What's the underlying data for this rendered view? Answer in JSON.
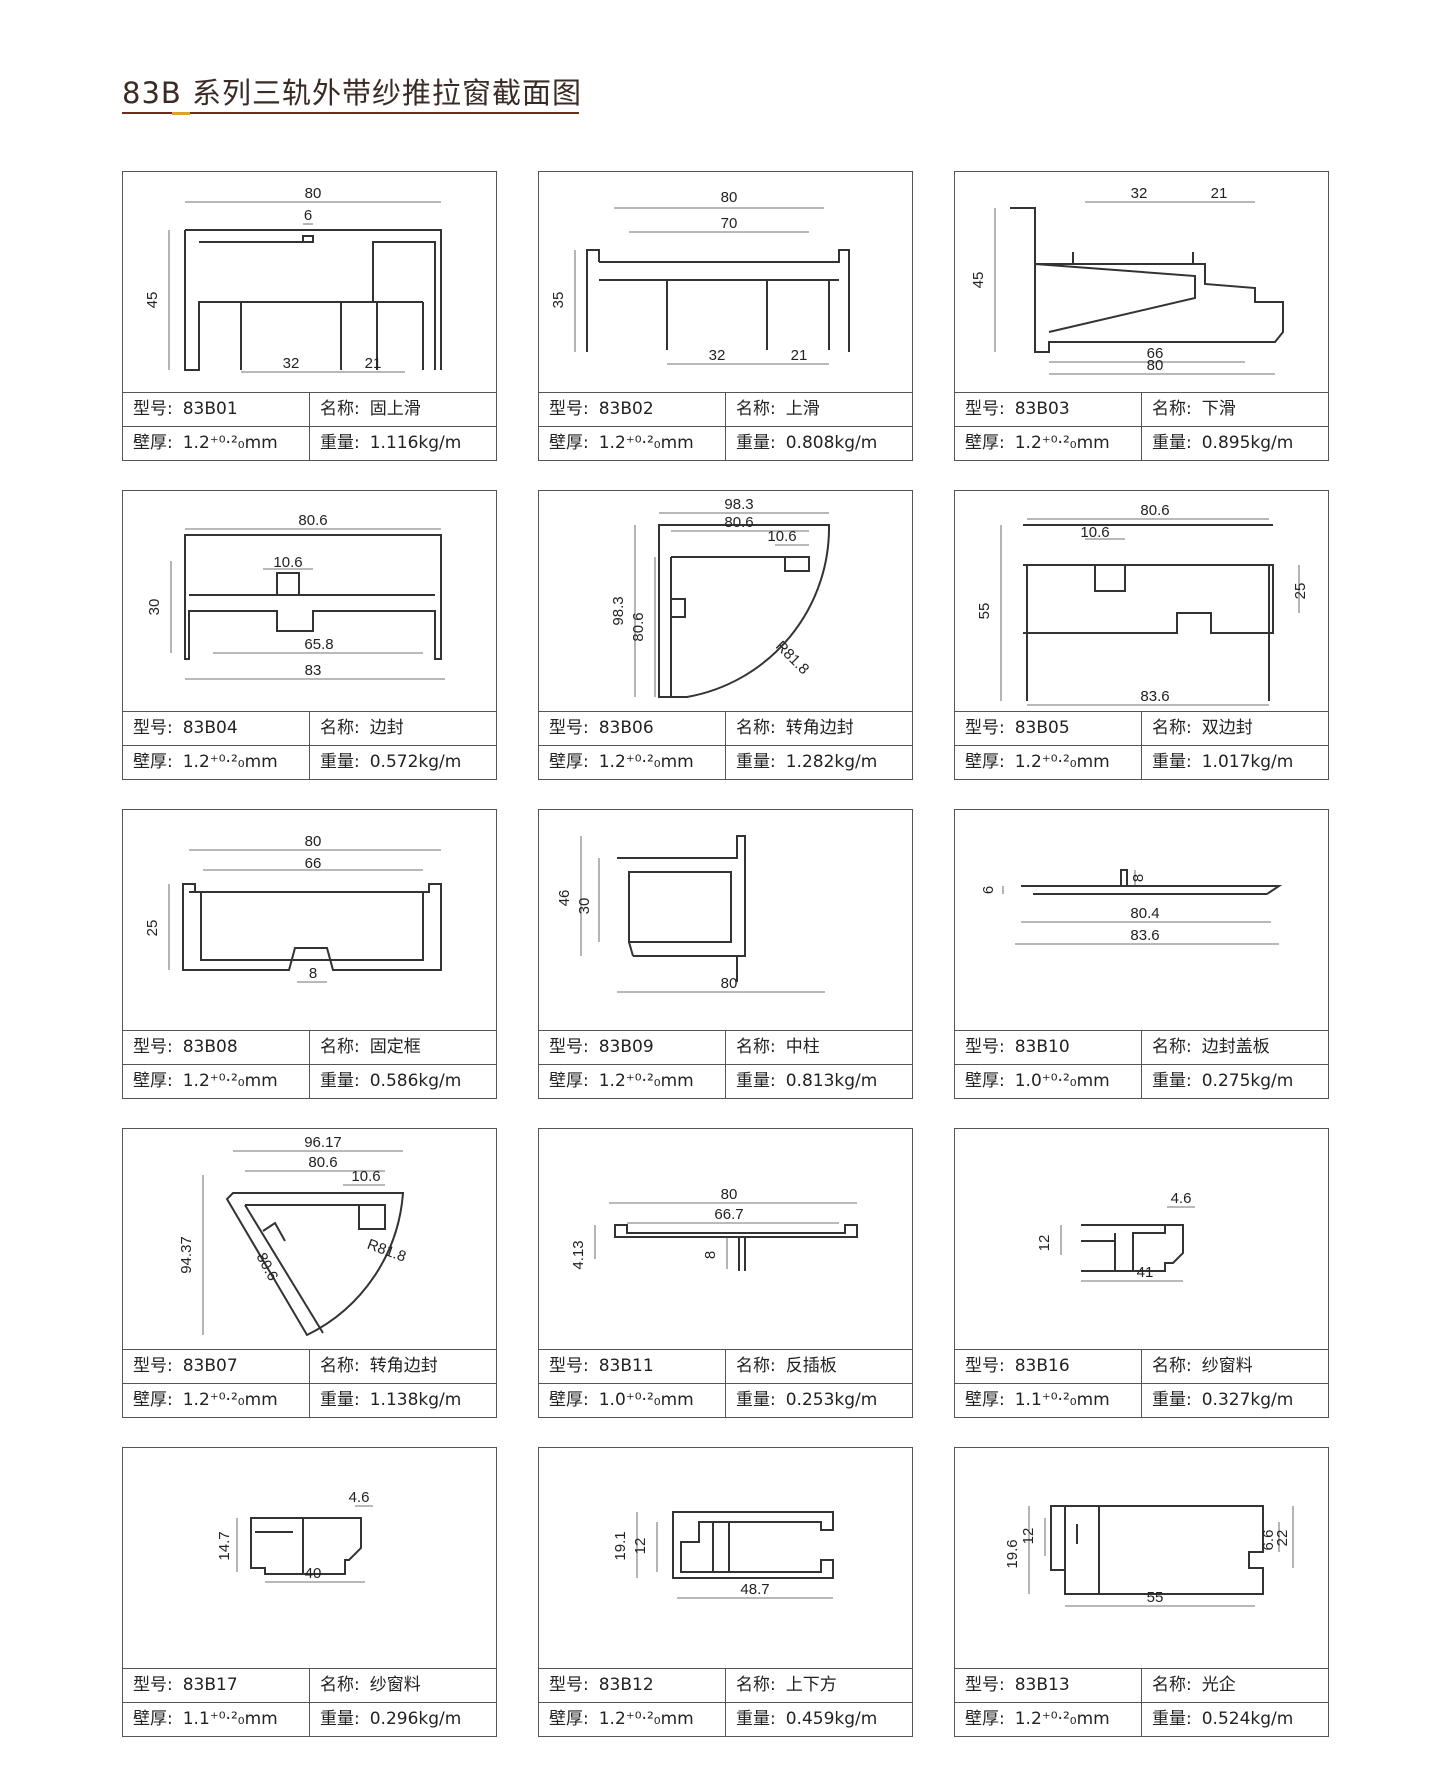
{
  "header": {
    "title": "83B 系列三轨外带纱推拉窗截面图"
  },
  "labels": {
    "model": "型号:",
    "name": "名称:",
    "thickness": "壁厚:",
    "weight": "重量:"
  },
  "items": [
    {
      "model": "83B01",
      "name": "固上滑",
      "thickness": "1.2⁺⁰·²₀mm",
      "weight": "1.116kg/m",
      "dims": [
        "80",
        "6",
        "45",
        "32",
        "21"
      ]
    },
    {
      "model": "83B02",
      "name": "上滑",
      "thickness": "1.2⁺⁰·²₀mm",
      "weight": "0.808kg/m",
      "dims": [
        "80",
        "70",
        "35",
        "32",
        "21"
      ]
    },
    {
      "model": "83B03",
      "name": "下滑",
      "thickness": "1.2⁺⁰·²₀mm",
      "weight": "0.895kg/m",
      "dims": [
        "32",
        "21",
        "45",
        "66",
        "80"
      ]
    },
    {
      "model": "83B04",
      "name": "边封",
      "thickness": "1.2⁺⁰·²₀mm",
      "weight": "0.572kg/m",
      "dims": [
        "80.6",
        "10.6",
        "30",
        "65.8",
        "83"
      ]
    },
    {
      "model": "83B06",
      "name": "转角边封",
      "thickness": "1.2⁺⁰·²₀mm",
      "weight": "1.282kg/m",
      "dims": [
        "98.3",
        "80.6",
        "10.6",
        "98.3",
        "80.6",
        "R81.8"
      ]
    },
    {
      "model": "83B05",
      "name": "双边封",
      "thickness": "1.2⁺⁰·²₀mm",
      "weight": "1.017kg/m",
      "dims": [
        "80.6",
        "10.6",
        "55",
        "25",
        "83.6"
      ]
    },
    {
      "model": "83B08",
      "name": "固定框",
      "thickness": "1.2⁺⁰·²₀mm",
      "weight": "0.586kg/m",
      "dims": [
        "80",
        "66",
        "25",
        "8"
      ]
    },
    {
      "model": "83B09",
      "name": "中柱",
      "thickness": "1.2⁺⁰·²₀mm",
      "weight": "0.813kg/m",
      "dims": [
        "46",
        "30",
        "80"
      ]
    },
    {
      "model": "83B10",
      "name": "边封盖板",
      "thickness": "1.0⁺⁰·²₀mm",
      "weight": "0.275kg/m",
      "dims": [
        "6",
        "8",
        "80.4",
        "83.6"
      ]
    },
    {
      "model": "83B07",
      "name": "转角边封",
      "thickness": "1.2⁺⁰·²₀mm",
      "weight": "1.138kg/m",
      "dims": [
        "96.17",
        "80.6",
        "10.6",
        "94.37",
        "80.6",
        "R81.8"
      ]
    },
    {
      "model": "83B11",
      "name": "反插板",
      "thickness": "1.0⁺⁰·²₀mm",
      "weight": "0.253kg/m",
      "dims": [
        "80",
        "66.7",
        "4.13",
        "8"
      ]
    },
    {
      "model": "83B16",
      "name": "纱窗料",
      "thickness": "1.1⁺⁰·²₀mm",
      "weight": "0.327kg/m",
      "dims": [
        "4.6",
        "12",
        "41"
      ]
    },
    {
      "model": "83B17",
      "name": "纱窗料",
      "thickness": "1.1⁺⁰·²₀mm",
      "weight": "0.296kg/m",
      "dims": [
        "4.6",
        "14.7",
        "40"
      ]
    },
    {
      "model": "83B12",
      "name": "上下方",
      "thickness": "1.2⁺⁰·²₀mm",
      "weight": "0.459kg/m",
      "dims": [
        "19.1",
        "12",
        "48.7"
      ]
    },
    {
      "model": "83B13",
      "name": "光企",
      "thickness": "1.2⁺⁰·²₀mm",
      "weight": "0.524kg/m",
      "dims": [
        "19.6",
        "12",
        "6.6",
        "22",
        "55"
      ]
    }
  ]
}
